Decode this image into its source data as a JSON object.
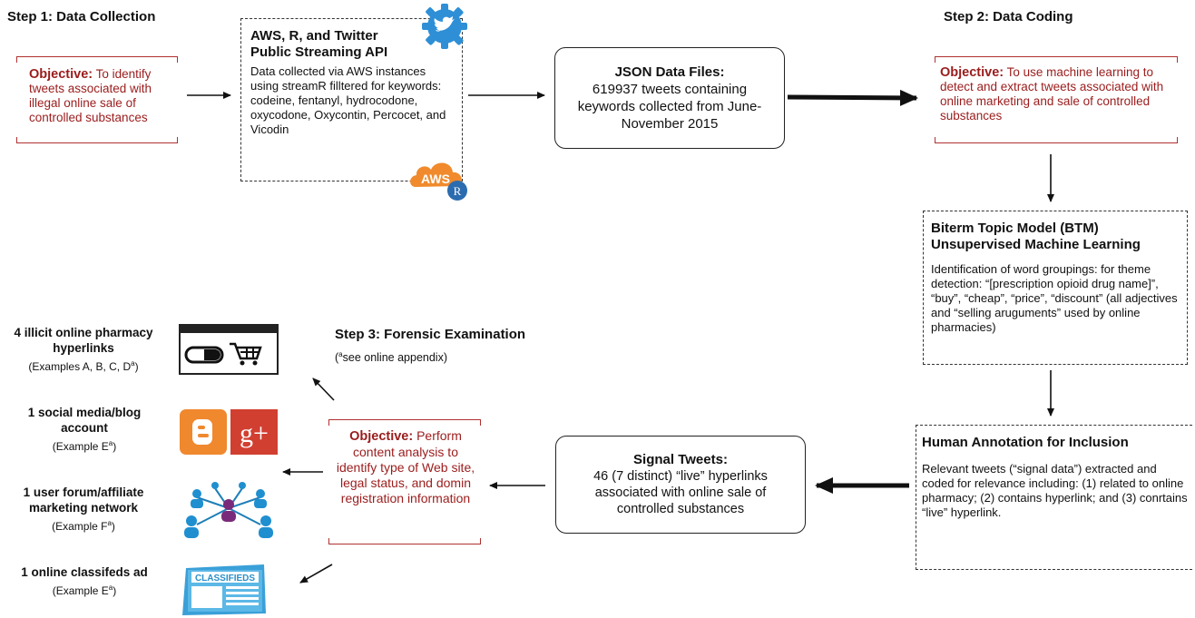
{
  "steps": {
    "step1": "Step 1: Data Collection",
    "step2": "Step 2: Data Coding",
    "step3": "Step 3: Forensic Examination",
    "step3_note": "(aseeonline appendix)"
  },
  "objectives": {
    "label": "Objective:",
    "o1": "To identify tweets associated with illegal online sale of controlled substances",
    "o2": "To use machine learning to detect and extract tweets associated with online marketing and sale of controlled substances",
    "o3": "Perform content analysis to identify type of Web site, legal status, and domin registration information"
  },
  "aws_box": {
    "title": "AWS, R, and Twitter Public Streaming API",
    "text": "Data collected via AWS instances using streamR filltered for keywords: codeine, fentanyl, hydrocodone, oxycodone, Oxycontin, Percocet, and Vicodin",
    "aws_logo": "AWS",
    "r_logo": "R"
  },
  "json_box": {
    "title": "JSON Data Files:",
    "text": "619937 tweets containing keywords collected from June-November 2015"
  },
  "btm_box": {
    "title": "Biterm Topic Model (BTM) Unsupervised Machine Learning",
    "text": "Identification of word groupings: for theme detection: “[prescription opioid drug name]”, “buy”, “cheap”, “price”, “discount” (all adjectives and “selling aruguments” used by online pharmacies)"
  },
  "human_box": {
    "title": "Human Annotation for Inclusion",
    "text": "Relevant tweets (“signal data”) extracted and coded for relevance including: (1) related to online pharmacy; (2) contains hyperlink; and (3) conrtains “live” hyperlink."
  },
  "signal_box": {
    "title": "Signal Tweets:",
    "text": "46 (7 distinct) “live” hyperlinks associated with online sale of controlled substances"
  },
  "results": [
    {
      "title": "4 illicit online pharmacy hyperlinks",
      "example": "(Examples A, B, C, Da)"
    },
    {
      "title": "1 social media/blog account",
      "example": "(Example Ea)"
    },
    {
      "title": "1 user forum/affiliate marketing network",
      "example": "(Example Fa)"
    },
    {
      "title": "1 online classifeds ad",
      "example": "(Example Ea)"
    }
  ],
  "icons": {
    "twitter": "twitter-gear-icon",
    "pharmacy": "pill-cart-browser-icon",
    "blogger": "B",
    "gplus": "g+",
    "network": "network-people-icon",
    "classifieds": "CLASSIFIEDS"
  },
  "colors": {
    "objective": "#9b1c1c",
    "twitter_blue": "#2e8fd6",
    "blogger_orange": "#f0882e",
    "gplus_red": "#d13f31",
    "aws_orange": "#f08a2c"
  }
}
